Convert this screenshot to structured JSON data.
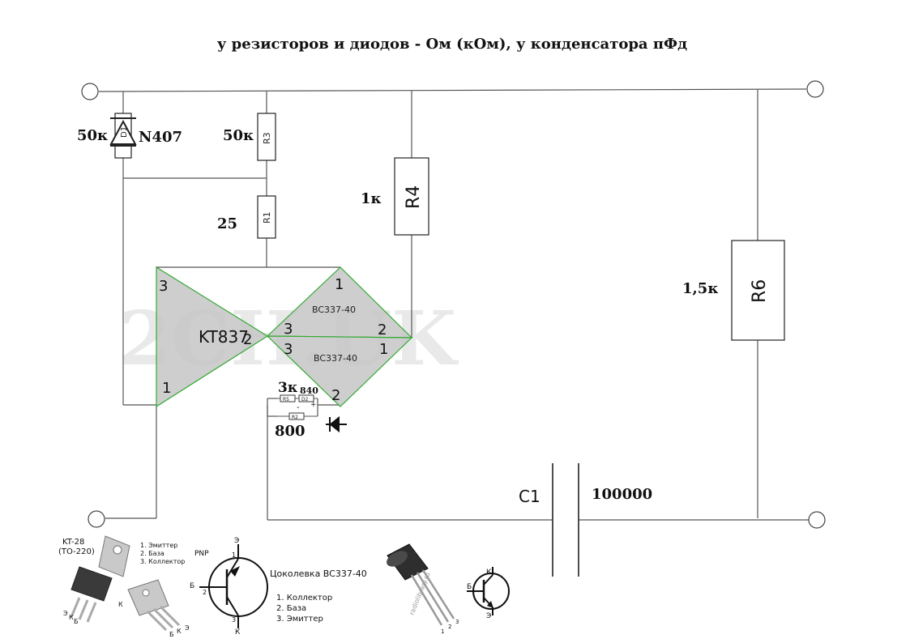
{
  "title": "у резисторов и диодов - Ом (кОм), у конденсатора пФд",
  "components": {
    "d1": {
      "ref": "D1",
      "value": "50к",
      "part": "N407"
    },
    "r3": {
      "ref": "R3",
      "value": "50к"
    },
    "r1": {
      "ref": "R1",
      "value": "25"
    },
    "r4": {
      "ref": "R4",
      "value": "1к"
    },
    "r6": {
      "ref": "R6",
      "value": "1,5к"
    },
    "kt837": {
      "label": "KT837",
      "pin_base": "2",
      "pin_collector": "3",
      "pin_emitter": "1"
    },
    "q_top": {
      "label": "BC337-40",
      "pin1": "1",
      "pin2": "2",
      "pin3": "3"
    },
    "q_bottom": {
      "label": "BC337-40",
      "pin1": "1",
      "pin2": "2",
      "pin3": "3"
    },
    "r5": {
      "ref": "R5",
      "value": "3к"
    },
    "d2": {
      "ref": "D2",
      "value": "840",
      "minus": "-",
      "plus": "+"
    },
    "r2": {
      "ref": "R2",
      "value": "800"
    },
    "c1": {
      "ref": "C1",
      "value": "100000"
    }
  },
  "watermark": "2СН.UK",
  "legend": {
    "to220_label_line1": "KT-28",
    "to220_label_line2": "(TO-220)",
    "to220_pins": [
      "1. Эмиттер",
      "2. База",
      "3. Коллектор"
    ],
    "to220_pin_letters_front": [
      "Э",
      "К",
      "Б"
    ],
    "to220_pin_letters_back": [
      "К",
      "Б",
      "К",
      "Э"
    ],
    "pnp_title": "PNP",
    "pnp_e": "Э",
    "pnp_b": "Б",
    "pnp_k": "К",
    "pnp_num_1": "1",
    "pnp_num_2": "2",
    "pnp_num_3": "3",
    "bc337_title": "Цоколевка BC337-40",
    "bc337_pins": [
      "1. Коллектор",
      "2. База",
      "3. Эмиттер"
    ],
    "to92_site": "radiolibrary.ru",
    "to92_pin_nums": [
      "1",
      "2",
      "3"
    ],
    "npn_k": "К",
    "npn_b": "Б",
    "npn_e": "Э"
  }
}
